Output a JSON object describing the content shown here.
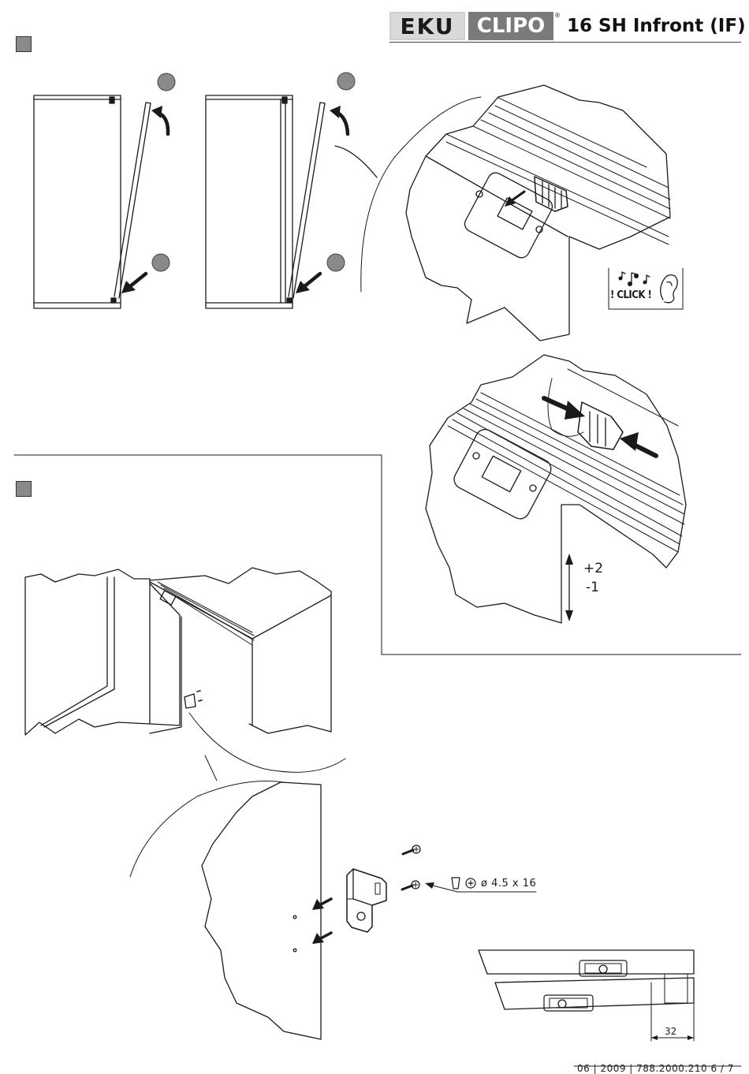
{
  "header": {
    "brand_left": "EKU",
    "brand_right": "CLIPO",
    "registered_mark": "®",
    "product_title": "16 SH Infront (IF)"
  },
  "steps": [
    {
      "marker_color": "#8a8a8a"
    },
    {
      "marker_color": "#8a8a8a"
    }
  ],
  "labels": {
    "click": "! CLICK !",
    "adjust_up": "+2",
    "adjust_down": "-1",
    "screw_spec": "ø 4.5 x 16",
    "dimension": "32"
  },
  "footer": {
    "document_ref": "06 | 2009 | 788.2000.210 6 / 7"
  },
  "colors": {
    "marker_gray": "#8a8a8a",
    "brand_dark": "#7a7a7a",
    "brand_light": "#d9d9d9",
    "line": "#1a1a1a"
  }
}
